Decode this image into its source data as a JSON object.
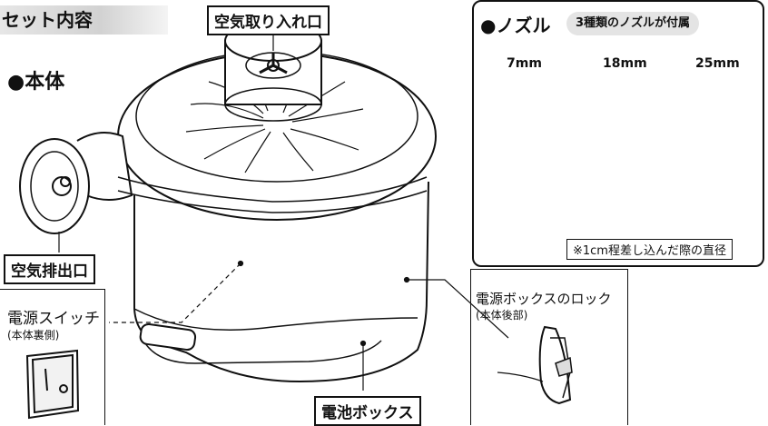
{
  "section_title": "セット内容",
  "main_unit": {
    "title": "●本体",
    "labels": {
      "air_intake": "空気取り入れ口",
      "air_outlet": "空気排出口",
      "battery_box": "電池ボックス"
    }
  },
  "power_switch": {
    "label": "電源スイッチ",
    "sub": "(本体裏側)"
  },
  "battery_lock": {
    "label": "電源ボックスのロック",
    "sub": "(本体後部)"
  },
  "nozzles": {
    "title": "●ノズル",
    "badge": "3種類のノズルが付属",
    "sizes": [
      "7mm",
      "18mm",
      "25mm"
    ],
    "note": "※1cm程差し込んだ際の直径"
  }
}
